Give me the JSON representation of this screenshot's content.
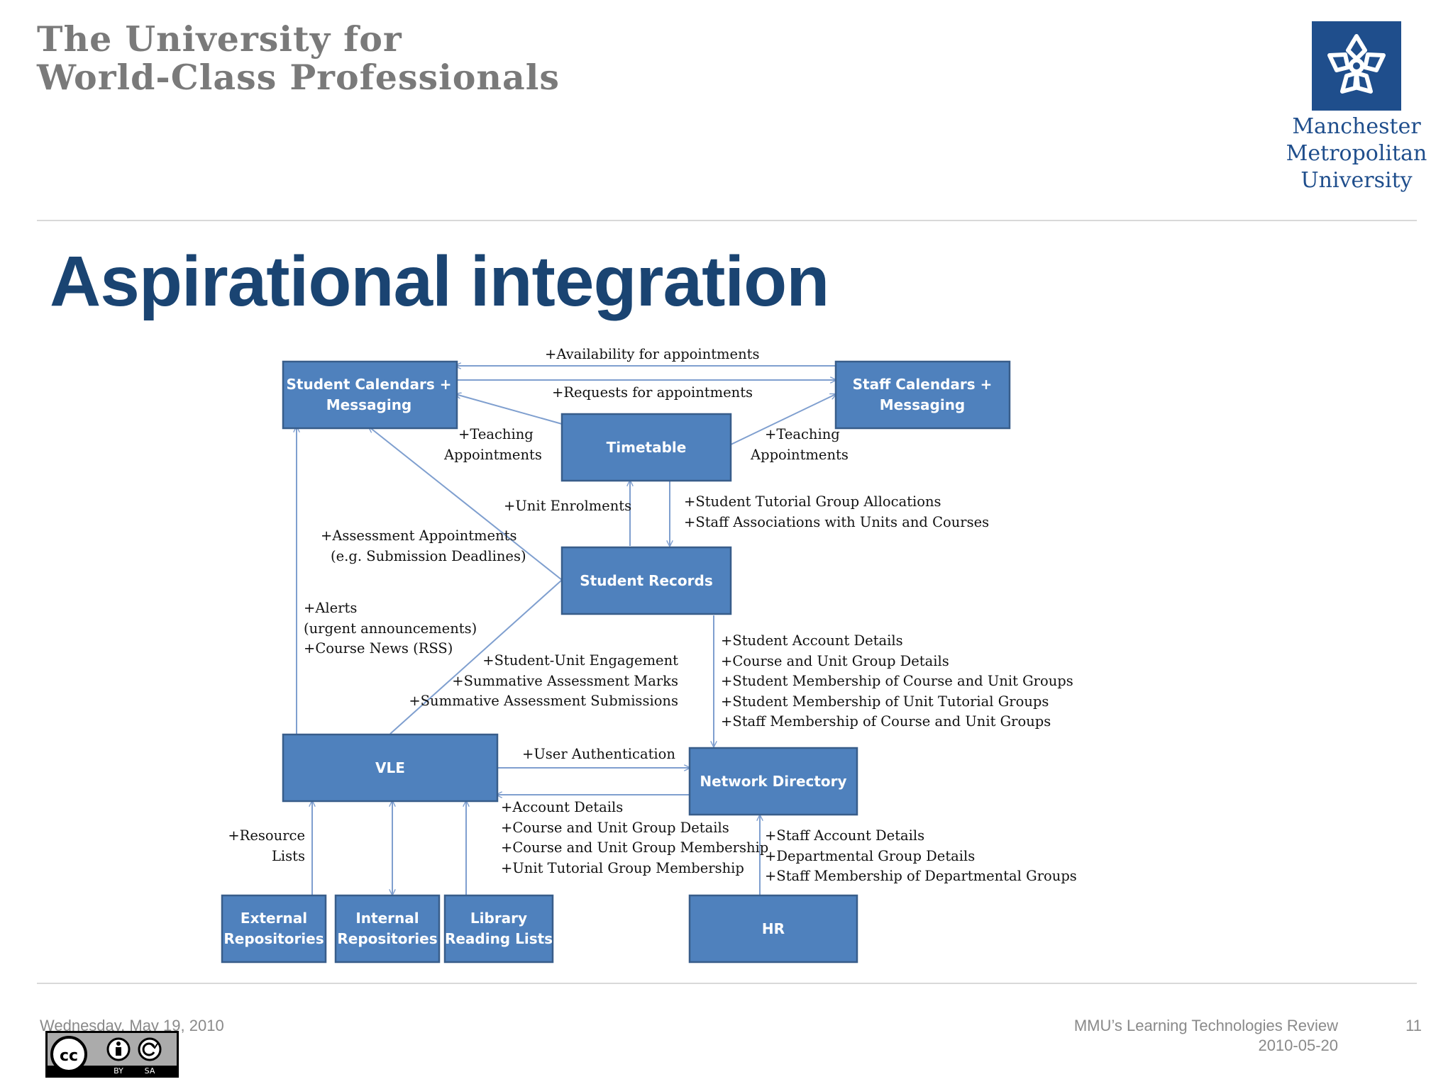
{
  "header": {
    "tagline_line1": "The University for",
    "tagline_line2": "World-Class Professionals",
    "logo_line1": "Manchester",
    "logo_line2": "Metropolitan",
    "logo_line3": "University"
  },
  "slide": {
    "title": "Aspirational integration"
  },
  "diagram": {
    "nodes": {
      "student_cal_1": "Student Calendars +",
      "student_cal_2": "Messaging",
      "staff_cal_1": "Staff Calendars +",
      "staff_cal_2": "Messaging",
      "timetable": "Timetable",
      "student_records": "Student Records",
      "vle": "VLE",
      "network_directory": "Network Directory",
      "external_1": "External",
      "external_2": "Repositories",
      "internal_1": "Internal",
      "internal_2": "Repositories",
      "library_1": "Library",
      "library_2": "Reading Lists",
      "hr": "HR"
    },
    "edges": {
      "availability": "+Availability for appointments",
      "requests": "+Requests for appointments",
      "teaching_left_1": "+Teaching",
      "teaching_left_2": "Appointments",
      "teaching_right_1": "+Teaching",
      "teaching_right_2": "Appointments",
      "unit_enrolments": "+Unit Enrolments",
      "tutorial_alloc": "+Student Tutorial Group Allocations",
      "staff_assoc": "+Staff Associations with Units and Courses",
      "assessment_1": "+Assessment Appointments",
      "assessment_2": "(e.g. Submission Deadlines)",
      "alerts_1": "+Alerts",
      "alerts_2": "(urgent announcements)",
      "alerts_3": "+Course News (RSS)",
      "engagement_1": "+Student-Unit Engagement",
      "engagement_2": "+Summative Assessment Marks",
      "engagement_3": "+Summative Assessment Submissions",
      "nd_1": "+Student Account Details",
      "nd_2": "+Course and Unit Group Details",
      "nd_3": "+Student Membership of Course and Unit Groups",
      "nd_4": "+Student Membership of Unit Tutorial Groups",
      "nd_5": "+Staff Membership of Course and Unit Groups",
      "user_auth": "+User Authentication",
      "acct_1": "+Account Details",
      "acct_2": "+Course and Unit Group Details",
      "acct_3": "+Course and Unit Group Membership",
      "acct_4": "+Unit Tutorial Group Membership",
      "resource_1": "+Resource",
      "resource_2": "Lists",
      "hr_1": "+Staff Account Details",
      "hr_2": "+Departmental Group Details",
      "hr_3": "+Staff Membership of Departmental Groups"
    },
    "colors": {
      "box_fill": "#4f81bd",
      "box_border": "#385d8a",
      "line": "#7f9fcf"
    }
  },
  "footer": {
    "date": "Wednesday, May 19, 2010",
    "review_title": "MMU’s Learning Technologies Review",
    "review_date": "2010-05-20",
    "page_number": "11",
    "license_by": "BY",
    "license_sa": "SA"
  }
}
